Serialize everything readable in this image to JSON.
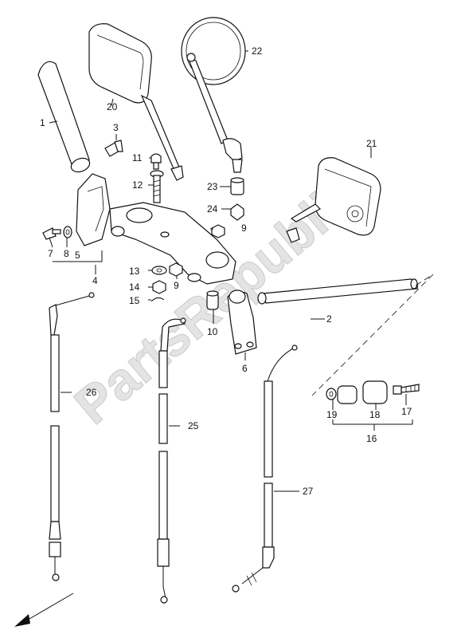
{
  "watermark": "PartsRepublik",
  "callouts": {
    "c1": "1",
    "c2": "2",
    "c3": "3",
    "c4": "4",
    "c5": "5",
    "c6": "6",
    "c7": "7",
    "c8": "8",
    "c9a": "9",
    "c9b": "9",
    "c10": "10",
    "c11": "11",
    "c12": "12",
    "c13": "13",
    "c14": "14",
    "c15": "15",
    "c16": "16",
    "c17": "17",
    "c18": "18",
    "c19": "19",
    "c20": "20",
    "c21": "21",
    "c22": "22",
    "c23": "23",
    "c24": "24",
    "c25": "25",
    "c26": "26",
    "c27": "27"
  }
}
